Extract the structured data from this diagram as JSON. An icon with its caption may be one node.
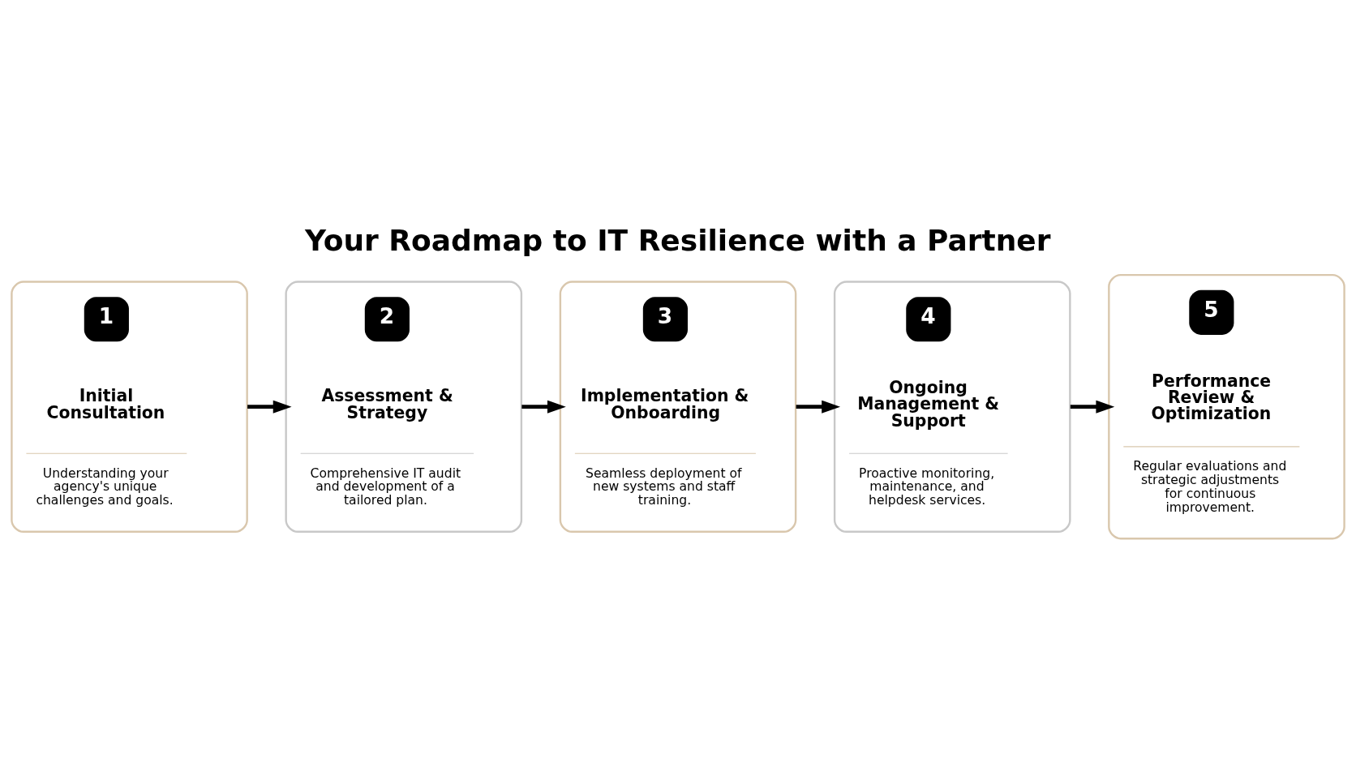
{
  "diagram": {
    "title": "Your Roadmap to IT Resilience with a Partner",
    "nodes": [
      {
        "text": [
          "1",
          "Initial Consultation",
          "Understanding your agency's unique challenges and goals."
        ]
      },
      {
        "text": [
          "2",
          "Assessment & Strategy",
          "Comprehensive IT audit and development of a tailored plan."
        ]
      },
      {
        "text": [
          "3",
          "Implementation & Onboarding",
          "Seamless deployment of new systems and staff training."
        ]
      },
      {
        "text": [
          "4",
          "Ongoing Management & Support",
          "Proactive monitoring, maintenance, and helpdesk services."
        ]
      },
      {
        "text": [
          "5",
          "Performance Review & Optimization",
          "Regular evaluations and strategic adjustments for continuous improvement."
        ]
      }
    ],
    "edges": [
      {
        "from": 0,
        "to": 1,
        "arrow": "to"
      },
      {
        "from": 1,
        "to": 2,
        "arrow": "to"
      },
      {
        "from": 2,
        "to": 3,
        "arrow": "to"
      },
      {
        "from": 3,
        "to": 4,
        "arrow": "to"
      }
    ]
  }
}
